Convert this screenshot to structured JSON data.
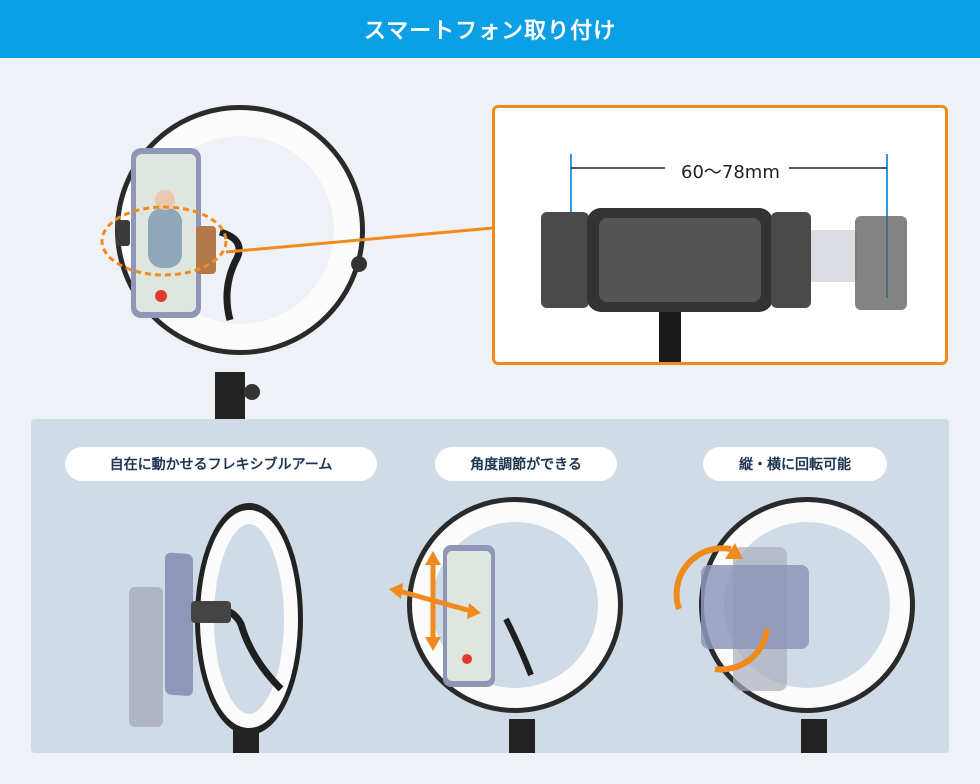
{
  "header": {
    "title": "スマートフォン取り付け"
  },
  "detail": {
    "dimension_label": "60〜78mm"
  },
  "features": [
    {
      "label": "自在に動かせるフレキシブルアーム"
    },
    {
      "label": "角度調節ができる"
    },
    {
      "label": "縦・横に回転可能"
    }
  ],
  "colors": {
    "header_bg": "#0b9fe6",
    "accent_orange": "#f08a1c",
    "dimension_line": "#2a9be0",
    "panel_bg": "#cfdbe6"
  }
}
